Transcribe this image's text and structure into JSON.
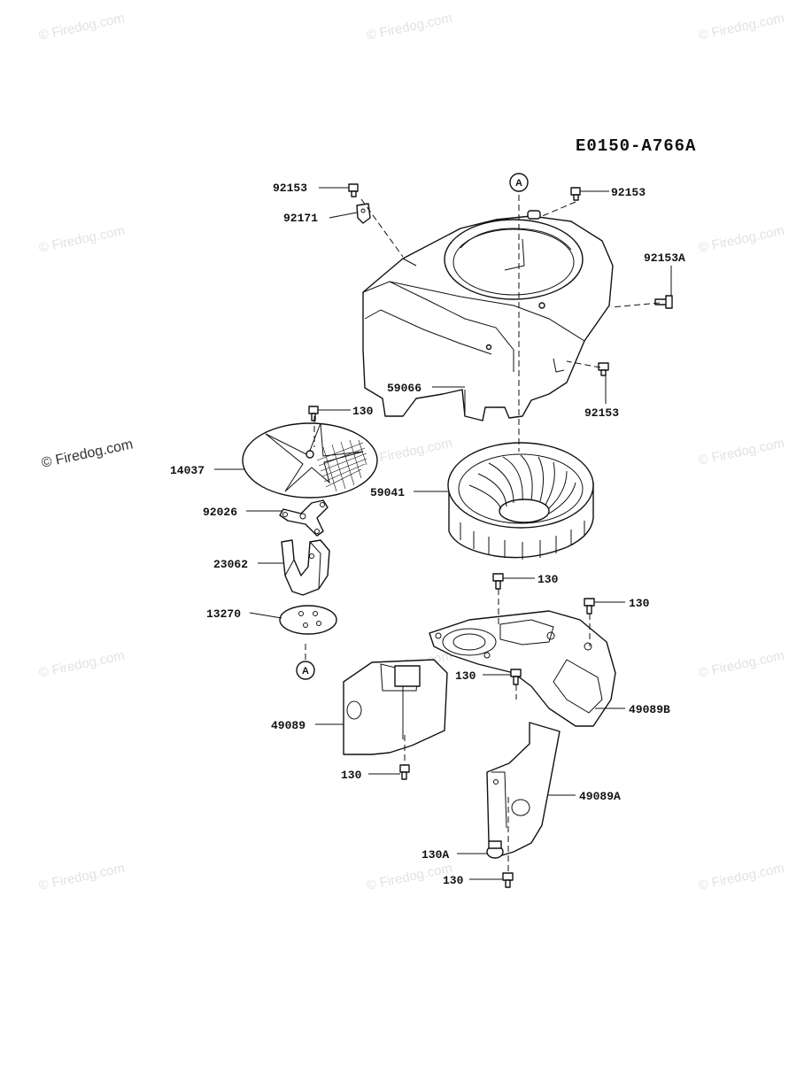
{
  "diagram": {
    "code": "E0150-A766A",
    "reference_mark": "A",
    "watermark": "© Firedog.com",
    "callouts": [
      {
        "id": "92153-top-left",
        "text": "92153"
      },
      {
        "id": "92171",
        "text": "92171"
      },
      {
        "id": "92153-top-right",
        "text": "92153"
      },
      {
        "id": "92153A",
        "text": "92153A"
      },
      {
        "id": "59066",
        "text": "59066"
      },
      {
        "id": "92153-right",
        "text": "92153"
      },
      {
        "id": "130-screen",
        "text": "130"
      },
      {
        "id": "14037",
        "text": "14037"
      },
      {
        "id": "59041",
        "text": "59041"
      },
      {
        "id": "92026",
        "text": "92026"
      },
      {
        "id": "23062",
        "text": "23062"
      },
      {
        "id": "130-mid",
        "text": "130"
      },
      {
        "id": "130-right",
        "text": "130"
      },
      {
        "id": "13270",
        "text": "13270"
      },
      {
        "id": "130-center",
        "text": "130"
      },
      {
        "id": "49089B",
        "text": "49089B"
      },
      {
        "id": "49089",
        "text": "49089"
      },
      {
        "id": "130-lower-left",
        "text": "130"
      },
      {
        "id": "49089A",
        "text": "49089A"
      },
      {
        "id": "130A",
        "text": "130A"
      },
      {
        "id": "130-bottom",
        "text": "130"
      }
    ]
  }
}
